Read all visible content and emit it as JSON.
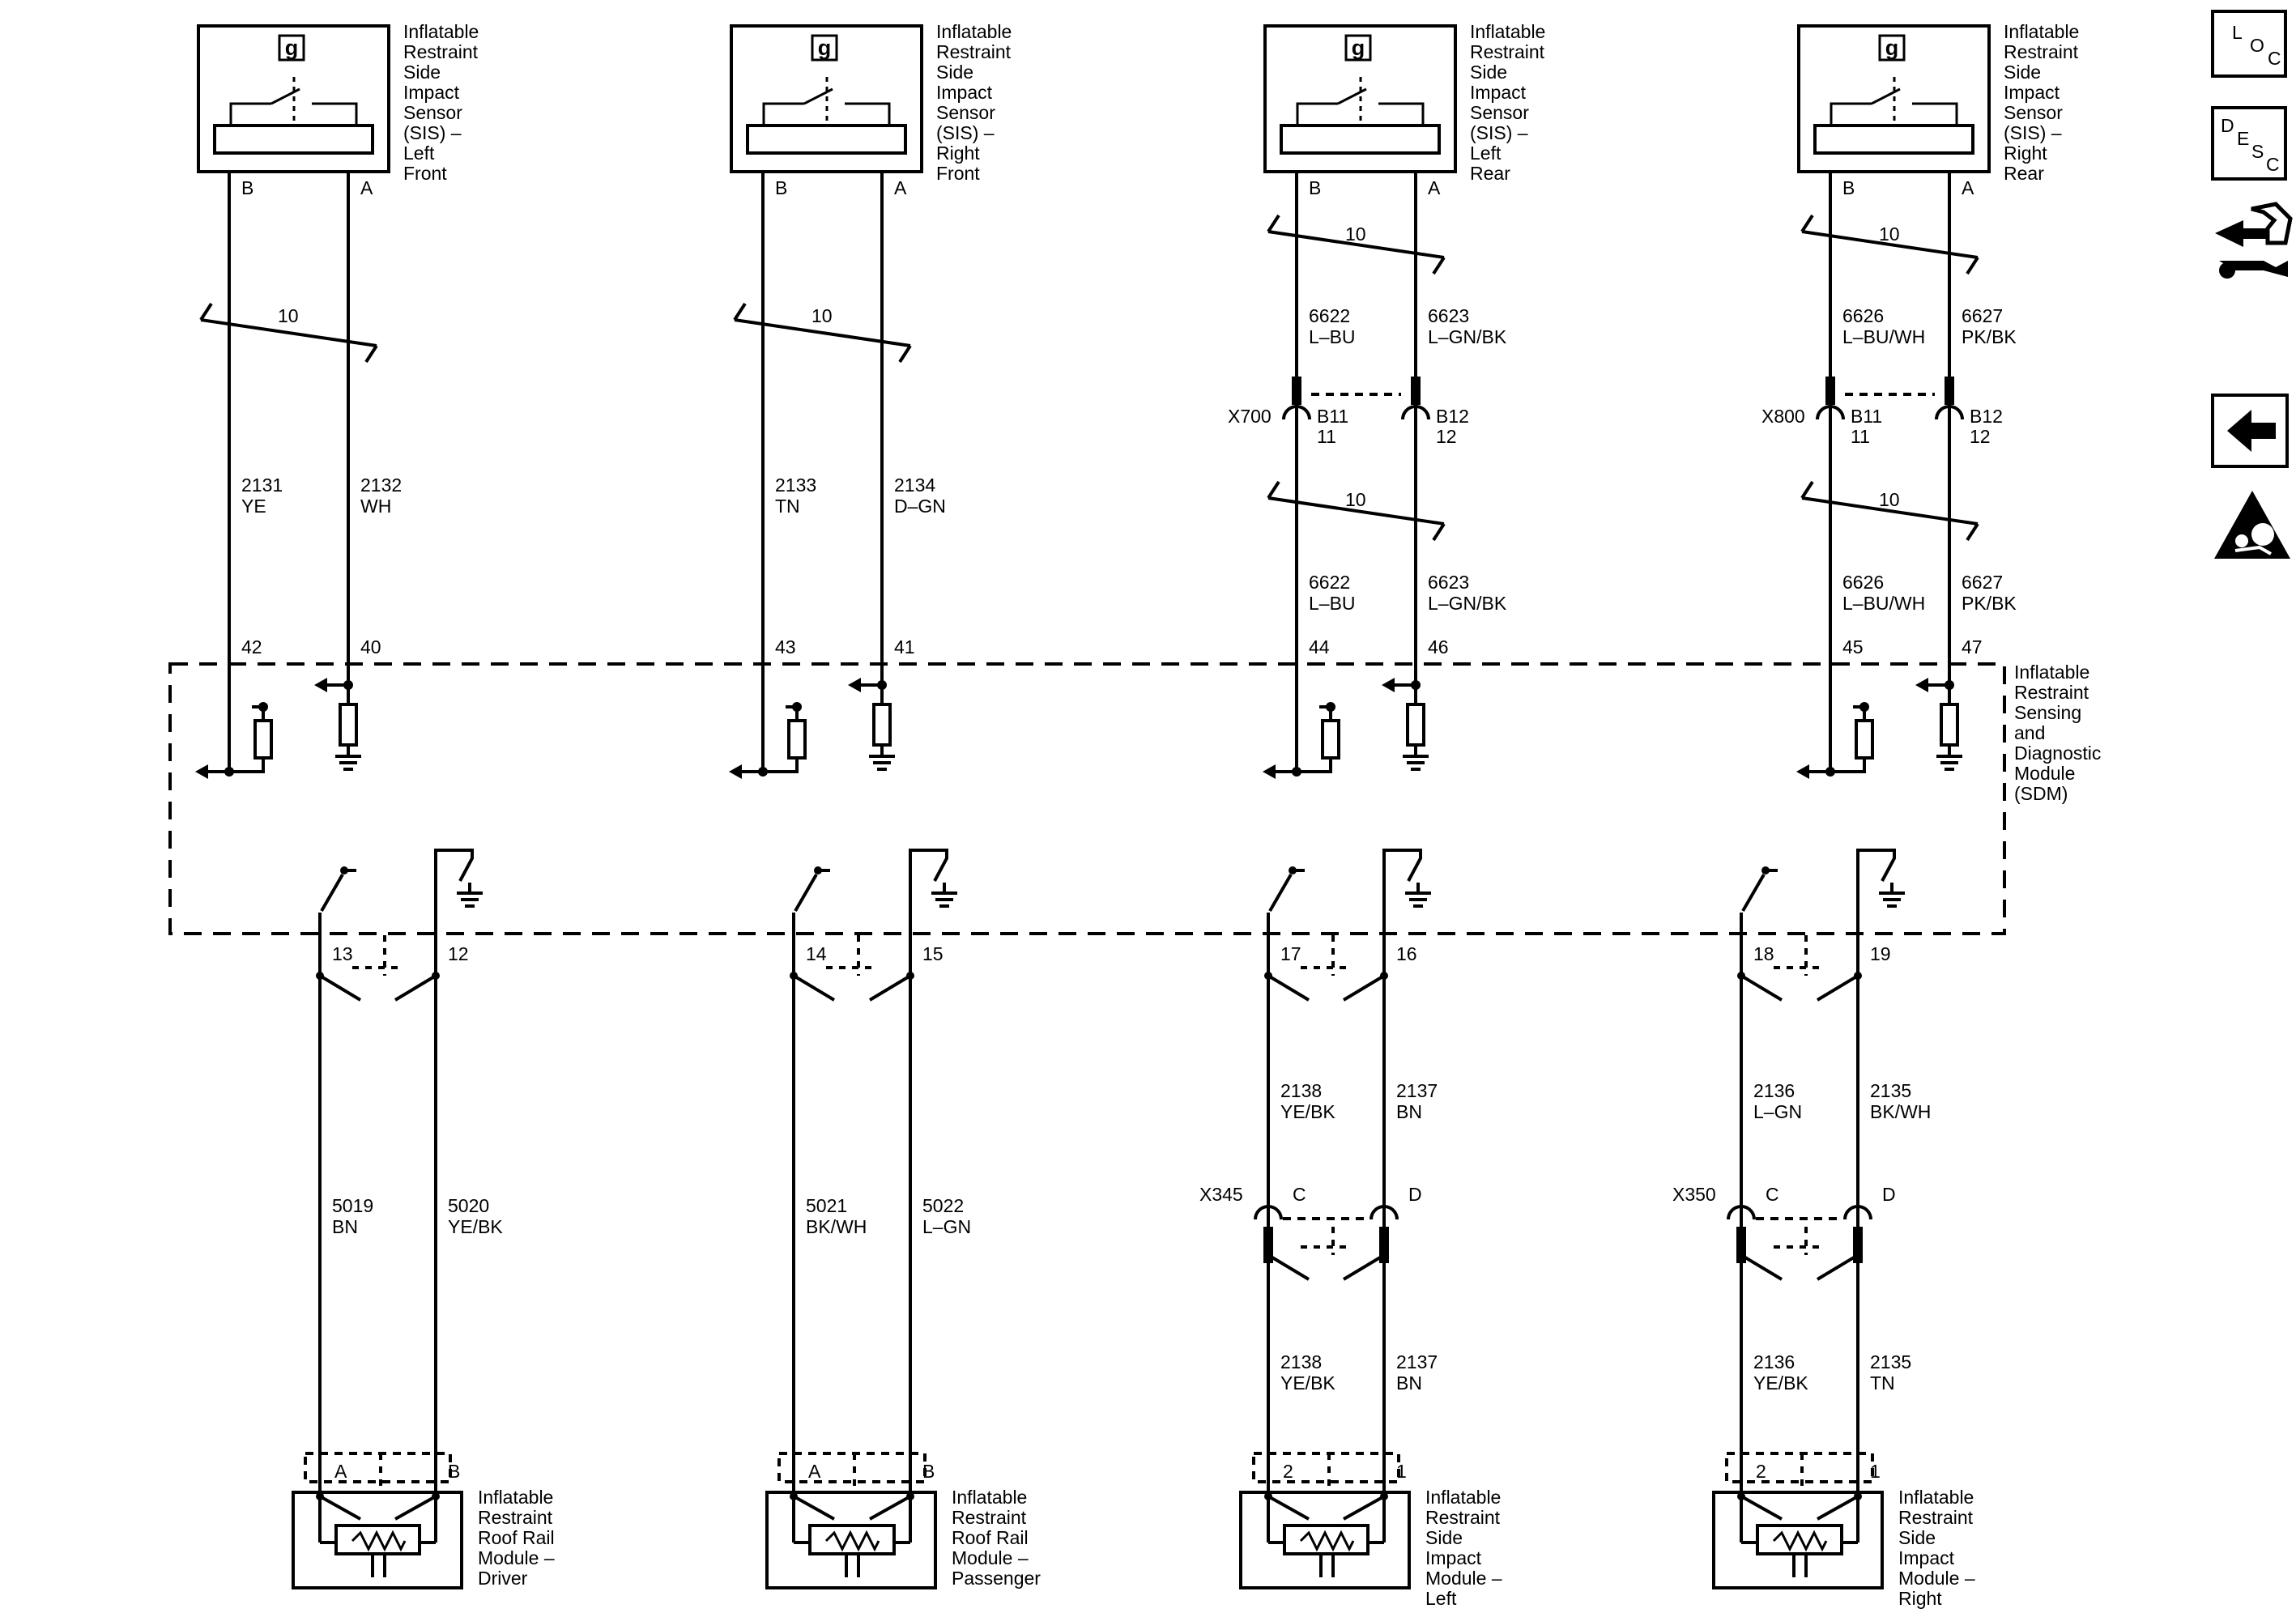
{
  "sensors": [
    {
      "name": [
        "Inflatable",
        "Restraint",
        "Side",
        "Impact",
        "Sensor",
        "(SIS) –",
        "Left",
        "Front"
      ],
      "icon": "g",
      "pinB": "B",
      "pinA": "A",
      "bundle": "10",
      "wireB": {
        "circuit": "2131",
        "color": "YE"
      },
      "wireA": {
        "circuit": "2132",
        "color": "WH"
      },
      "sdmB": "42",
      "sdmA": "40",
      "connector": null
    },
    {
      "name": [
        "Inflatable",
        "Restraint",
        "Side",
        "Impact",
        "Sensor",
        "(SIS) –",
        "Right",
        "Front"
      ],
      "icon": "g",
      "pinB": "B",
      "pinA": "A",
      "bundle": "10",
      "wireB": {
        "circuit": "2133",
        "color": "TN"
      },
      "wireA": {
        "circuit": "2134",
        "color": "D–GN"
      },
      "sdmB": "43",
      "sdmA": "41",
      "connector": null
    },
    {
      "name": [
        "Inflatable",
        "Restraint",
        "Side",
        "Impact",
        "Sensor",
        "(SIS) –",
        "Left",
        "Rear"
      ],
      "icon": "g",
      "pinB": "B",
      "pinA": "A",
      "bundle": "10",
      "wireB": {
        "circuit": "6622",
        "color": "L–BU"
      },
      "wireA": {
        "circuit": "6623",
        "color": "L–GN/BK"
      },
      "sdmB": "44",
      "sdmA": "46",
      "connector": {
        "id": "X700",
        "pinB": [
          "B11",
          "11"
        ],
        "pinA": [
          "B12",
          "12"
        ],
        "bundle2": "10",
        "wireB2": {
          "circuit": "6622",
          "color": "L–BU"
        },
        "wireA2": {
          "circuit": "6623",
          "color": "L–GN/BK"
        }
      }
    },
    {
      "name": [
        "Inflatable",
        "Restraint",
        "Side",
        "Impact",
        "Sensor",
        "(SIS) –",
        "Right",
        "Rear"
      ],
      "icon": "g",
      "pinB": "B",
      "pinA": "A",
      "bundle": "10",
      "wireB": {
        "circuit": "6626",
        "color": "L–BU/WH"
      },
      "wireA": {
        "circuit": "6627",
        "color": "PK/BK"
      },
      "sdmB": "45",
      "sdmA": "47",
      "connector": {
        "id": "X800",
        "pinB": [
          "B11",
          "11"
        ],
        "pinA": [
          "B12",
          "12"
        ],
        "bundle2": "10",
        "wireB2": {
          "circuit": "6626",
          "color": "L–BU/WH"
        },
        "wireA2": {
          "circuit": "6627",
          "color": "PK/BK"
        }
      }
    }
  ],
  "sdm": {
    "name": [
      "Inflatable",
      "Restraint",
      "Sensing",
      "and",
      "Diagnostic",
      "Module",
      "(SDM)"
    ]
  },
  "modules": [
    {
      "sdmLeft": "13",
      "sdmRight": "12",
      "wireL": {
        "circuit": "5019",
        "color": "BN"
      },
      "wireR": {
        "circuit": "5020",
        "color": "YE/BK"
      },
      "connector": null,
      "pinL": "A",
      "pinR": "B",
      "name": [
        "Inflatable",
        "Restraint",
        "Roof Rail",
        "Module –",
        "Driver"
      ]
    },
    {
      "sdmLeft": "14",
      "sdmRight": "15",
      "wireL": {
        "circuit": "5021",
        "color": "BK/WH"
      },
      "wireR": {
        "circuit": "5022",
        "color": "L–GN"
      },
      "connector": null,
      "pinL": "A",
      "pinR": "B",
      "name": [
        "Inflatable",
        "Restraint",
        "Roof Rail",
        "Module –",
        "Passenger"
      ]
    },
    {
      "sdmLeft": "17",
      "sdmRight": "16",
      "wireL": {
        "circuit": "2138",
        "color": "YE/BK"
      },
      "wireR": {
        "circuit": "2137",
        "color": "BN"
      },
      "connector": {
        "id": "X345",
        "pinL": "C",
        "pinR": "D",
        "wireL2": {
          "circuit": "2138",
          "color": "YE/BK"
        },
        "wireR2": {
          "circuit": "2137",
          "color": "BN"
        }
      },
      "pinL": "2",
      "pinR": "1",
      "name": [
        "Inflatable",
        "Restraint",
        "Side",
        "Impact",
        "Module –",
        "Left"
      ]
    },
    {
      "sdmLeft": "18",
      "sdmRight": "19",
      "wireL": {
        "circuit": "2136",
        "color": "L–GN"
      },
      "wireR": {
        "circuit": "2135",
        "color": "BK/WH"
      },
      "connector": {
        "id": "X350",
        "pinL": "C",
        "pinR": "D",
        "wireL2": {
          "circuit": "2136",
          "color": "YE/BK"
        },
        "wireR2": {
          "circuit": "2135",
          "color": "TN"
        }
      },
      "pinL": "2",
      "pinR": "1",
      "name": [
        "Inflatable",
        "Restraint",
        "Side",
        "Impact",
        "Module –",
        "Right"
      ]
    }
  ],
  "side_icons": {
    "loc": [
      "L",
      "O",
      "C"
    ],
    "desc": [
      "D",
      "E",
      "S",
      "C"
    ],
    "items": [
      "loc-button",
      "desc-button",
      "connector-tool-icon",
      "back-arrow-button",
      "airbag-warning-icon"
    ]
  }
}
